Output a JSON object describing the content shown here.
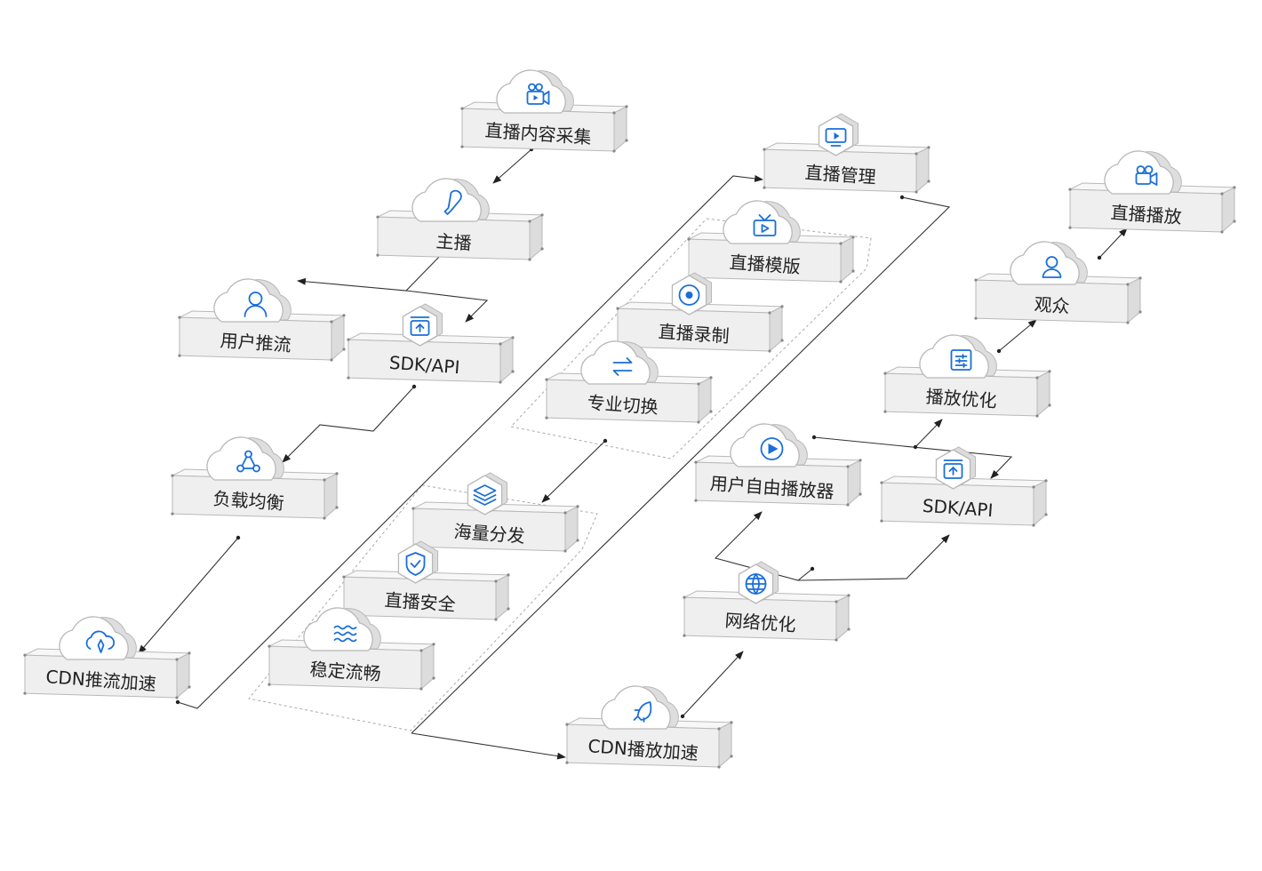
{
  "diagram": {
    "nodes": [
      {
        "id": "capture",
        "label": "直播内容采集",
        "badge": "cloud",
        "icon": "video-camera-icon"
      },
      {
        "id": "anchor",
        "label": "主播",
        "badge": "cloud",
        "icon": "microphone-icon"
      },
      {
        "id": "user_push",
        "label": "用户推流",
        "badge": "cloud",
        "icon": "user-icon"
      },
      {
        "id": "sdk_push",
        "label": "SDK/API",
        "badge": "hex",
        "icon": "upload-box-icon"
      },
      {
        "id": "load_balance",
        "label": "负载均衡",
        "badge": "cloud",
        "icon": "network-nodes-icon"
      },
      {
        "id": "cdn_push",
        "label": "CDN推流加速",
        "badge": "cloud",
        "icon": "cloud-rocket-icon"
      },
      {
        "id": "manage",
        "label": "直播管理",
        "badge": "hex",
        "icon": "screen-play-icon"
      },
      {
        "id": "template",
        "label": "直播模版",
        "badge": "cloud",
        "icon": "tv-icon"
      },
      {
        "id": "record",
        "label": "直播录制",
        "badge": "hex",
        "icon": "record-icon"
      },
      {
        "id": "switch",
        "label": "专业切换",
        "badge": "cloud",
        "icon": "swap-arrows-icon"
      },
      {
        "id": "distribute",
        "label": "海量分发",
        "badge": "hex",
        "icon": "layers-icon"
      },
      {
        "id": "security",
        "label": "直播安全",
        "badge": "hex",
        "icon": "shield-check-icon"
      },
      {
        "id": "stable",
        "label": "稳定流畅",
        "badge": "cloud",
        "icon": "waves-icon"
      },
      {
        "id": "cdn_play",
        "label": "CDN播放加速",
        "badge": "cloud",
        "icon": "rocket-icon"
      },
      {
        "id": "network",
        "label": "网络优化",
        "badge": "hex",
        "icon": "globe-icon"
      },
      {
        "id": "player",
        "label": "用户自由播放器",
        "badge": "cloud",
        "icon": "play-circle-icon"
      },
      {
        "id": "sdk_play",
        "label": "SDK/API",
        "badge": "hex",
        "icon": "upload-box-icon"
      },
      {
        "id": "play_opt",
        "label": "播放优化",
        "badge": "cloud",
        "icon": "sliders-icon"
      },
      {
        "id": "audience",
        "label": "观众",
        "badge": "cloud",
        "icon": "audience-user-icon"
      },
      {
        "id": "playback",
        "label": "直播播放",
        "badge": "cloud",
        "icon": "movie-camera-icon"
      }
    ]
  }
}
